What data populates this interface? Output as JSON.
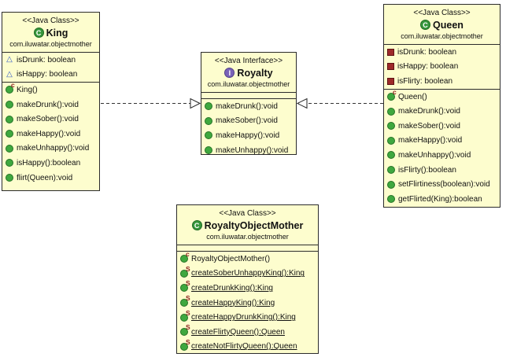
{
  "diagram": {
    "type": "uml-class-diagram",
    "colors": {
      "box_fill": "#fdfdce",
      "box_border": "#2b2b2b",
      "class_icon_green": "#37973c",
      "interface_icon_purple": "#7a62b8",
      "public_method_green": "#3fa83f",
      "modifier_letter_red": "#8b1a1a",
      "package_field_blue": "#3459c4",
      "private_field_red": "#9e2a2a",
      "relation_line": "#333333"
    },
    "classes": [
      {
        "id": "king",
        "stereotype": "<<Java Class>>",
        "icon_letter": "C",
        "icon_kind": "class",
        "name": "King",
        "package": "com.iluwatar.objectmother",
        "fields": [
          {
            "visibility": "package",
            "text": "isDrunk: boolean"
          },
          {
            "visibility": "package",
            "text": "isHappy: boolean"
          }
        ],
        "methods": [
          {
            "visibility": "public",
            "modifier": "c",
            "text": "King()"
          },
          {
            "visibility": "public",
            "modifier": "",
            "text": "makeDrunk():void"
          },
          {
            "visibility": "public",
            "modifier": "",
            "text": "makeSober():void"
          },
          {
            "visibility": "public",
            "modifier": "",
            "text": "makeHappy():void"
          },
          {
            "visibility": "public",
            "modifier": "",
            "text": "makeUnhappy():void"
          },
          {
            "visibility": "public",
            "modifier": "",
            "text": "isHappy():boolean"
          },
          {
            "visibility": "public",
            "modifier": "",
            "text": "flirt(Queen):void"
          }
        ]
      },
      {
        "id": "royalty",
        "stereotype": "<<Java Interface>>",
        "icon_letter": "I",
        "icon_kind": "interface",
        "name": "Royalty",
        "package": "com.iluwatar.objectmother",
        "fields": [],
        "methods": [
          {
            "visibility": "public",
            "modifier": "",
            "text": "makeDrunk():void"
          },
          {
            "visibility": "public",
            "modifier": "",
            "text": "makeSober():void"
          },
          {
            "visibility": "public",
            "modifier": "",
            "text": "makeHappy():void"
          },
          {
            "visibility": "public",
            "modifier": "",
            "text": "makeUnhappy():void"
          }
        ]
      },
      {
        "id": "queen",
        "stereotype": "<<Java Class>>",
        "icon_letter": "C",
        "icon_kind": "class",
        "name": "Queen",
        "package": "com.iluwatar.objectmother",
        "fields": [
          {
            "visibility": "private",
            "text": "isDrunk: boolean"
          },
          {
            "visibility": "private",
            "text": "isHappy: boolean"
          },
          {
            "visibility": "private",
            "text": "isFlirty: boolean"
          }
        ],
        "methods": [
          {
            "visibility": "public",
            "modifier": "c",
            "text": "Queen()"
          },
          {
            "visibility": "public",
            "modifier": "",
            "text": "makeDrunk():void"
          },
          {
            "visibility": "public",
            "modifier": "",
            "text": "makeSober():void"
          },
          {
            "visibility": "public",
            "modifier": "",
            "text": "makeHappy():void"
          },
          {
            "visibility": "public",
            "modifier": "",
            "text": "makeUnhappy():void"
          },
          {
            "visibility": "public",
            "modifier": "",
            "text": "isFlirty():boolean"
          },
          {
            "visibility": "public",
            "modifier": "",
            "text": "setFlirtiness(boolean):void"
          },
          {
            "visibility": "public",
            "modifier": "",
            "text": "getFlirted(King):boolean"
          }
        ]
      },
      {
        "id": "royalty-object-mother",
        "stereotype": "<<Java Class>>",
        "icon_letter": "C",
        "icon_kind": "class",
        "name": "RoyaltyObjectMother",
        "package": "com.iluwatar.objectmother",
        "fields": [],
        "methods": [
          {
            "visibility": "public",
            "modifier": "c",
            "text": "RoyaltyObjectMother()"
          },
          {
            "visibility": "public",
            "modifier": "S",
            "static": true,
            "text": "createSoberUnhappyKing():King"
          },
          {
            "visibility": "public",
            "modifier": "S",
            "static": true,
            "text": "createDrunkKing():King"
          },
          {
            "visibility": "public",
            "modifier": "S",
            "static": true,
            "text": "createHappyKing():King"
          },
          {
            "visibility": "public",
            "modifier": "S",
            "static": true,
            "text": "createHappyDrunkKing():King"
          },
          {
            "visibility": "public",
            "modifier": "S",
            "static": true,
            "text": "createFlirtyQueen():Queen"
          },
          {
            "visibility": "public",
            "modifier": "S",
            "static": true,
            "text": "createNotFlirtyQueen():Queen"
          }
        ]
      }
    ],
    "relations": [
      {
        "type": "realization",
        "from": "King",
        "to": "Royalty",
        "style": "dashed-hollow-triangle"
      },
      {
        "type": "realization",
        "from": "Queen",
        "to": "Royalty",
        "style": "dashed-hollow-triangle"
      }
    ]
  }
}
